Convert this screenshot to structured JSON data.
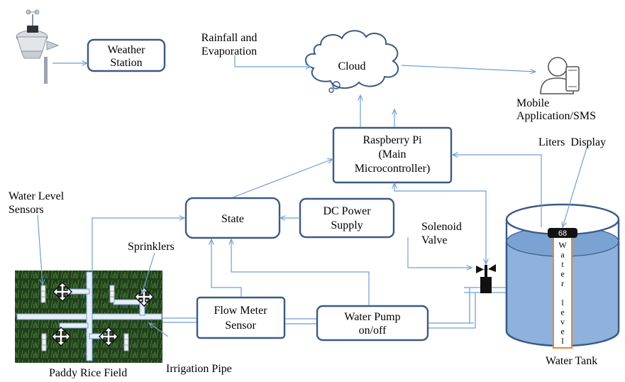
{
  "nodes": {
    "weather_station": [
      "Weather",
      "Station"
    ],
    "cloud": "Cloud",
    "raspberry": [
      "Raspberry Pi",
      "(Main",
      "Microcontroller)"
    ],
    "state": "State",
    "dc_power": [
      "DC Power",
      "Supply"
    ],
    "flow_meter": [
      "Flow Meter",
      "Sensor"
    ],
    "water_pump": [
      "Water Pump",
      "on/off"
    ]
  },
  "labels": {
    "rainfall": [
      "Rainfall and",
      "Evaporation"
    ],
    "mobile": [
      "Mobile",
      "Application/SMS"
    ],
    "liters_display": "Liters  Display",
    "water_level_sensors": [
      "Water Level",
      "Sensors"
    ],
    "sprinklers": "Sprinklers",
    "solenoid": [
      "Solenoid",
      "Valve"
    ],
    "paddy_field": "Paddy Rice Field",
    "irrigation_pipe": "Irrigation Pipe",
    "water_tank": "Water Tank"
  },
  "tank": {
    "display_value": "68",
    "level_letters": [
      "W",
      "a",
      "t",
      "e",
      "r",
      "",
      "l",
      "e",
      "v",
      "e",
      "l"
    ]
  },
  "colors": {
    "box_border": "#3b5a85",
    "arrow": "#6f9fd0",
    "water": "#8eb2dd",
    "field": "#1f3f1a"
  }
}
